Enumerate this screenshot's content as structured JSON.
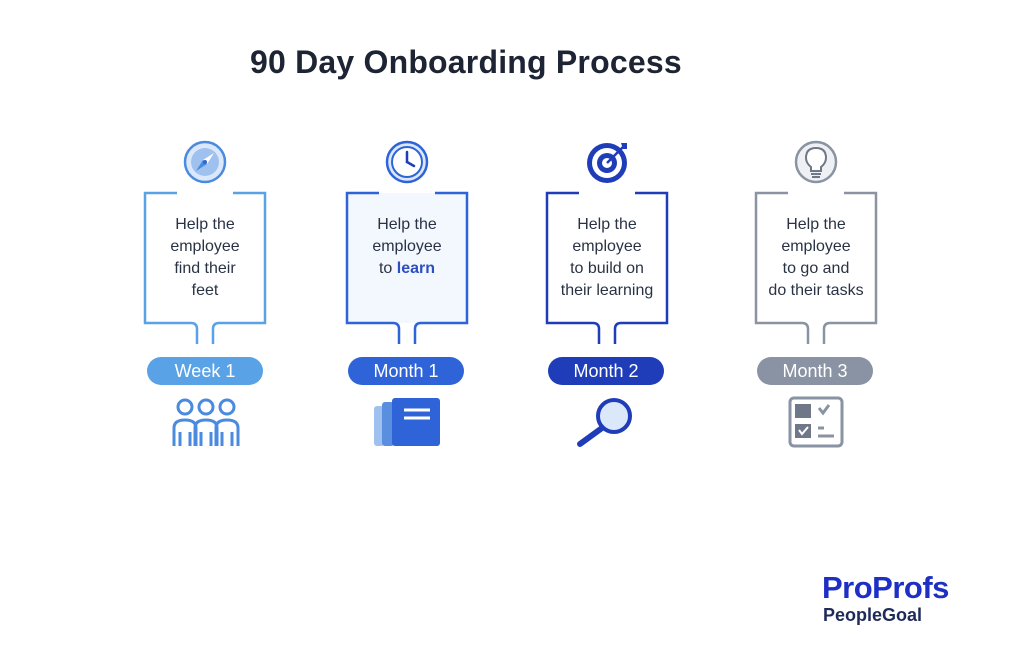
{
  "title": "90 Day Onboarding Process",
  "stages": [
    {
      "label": "Week 1",
      "text_lines": [
        "Help the",
        "employee",
        "find their",
        "feet"
      ],
      "highlight": "",
      "top_icon": "compass-icon",
      "bottom_icon": "people-icon",
      "color": "#5aa2e6"
    },
    {
      "label": "Month 1",
      "text_lines": [
        "Help the",
        "employee",
        "to "
      ],
      "highlight": "learn",
      "top_icon": "clock-icon",
      "bottom_icon": "books-icon",
      "color": "#2f64d8"
    },
    {
      "label": "Month 2",
      "text_lines": [
        "Help the",
        "employee",
        "to build on",
        "their learning"
      ],
      "highlight": "",
      "top_icon": "target-icon",
      "bottom_icon": "magnifier-icon",
      "color": "#1f3db8"
    },
    {
      "label": "Month 3",
      "text_lines": [
        "Help the",
        "employee",
        "to go and",
        "do their tasks"
      ],
      "highlight": "",
      "top_icon": "lightbulb-icon",
      "bottom_icon": "checklist-icon",
      "color": "#8a93a3"
    }
  ],
  "brand": {
    "name": "ProProfs",
    "product": "PeopleGoal"
  }
}
